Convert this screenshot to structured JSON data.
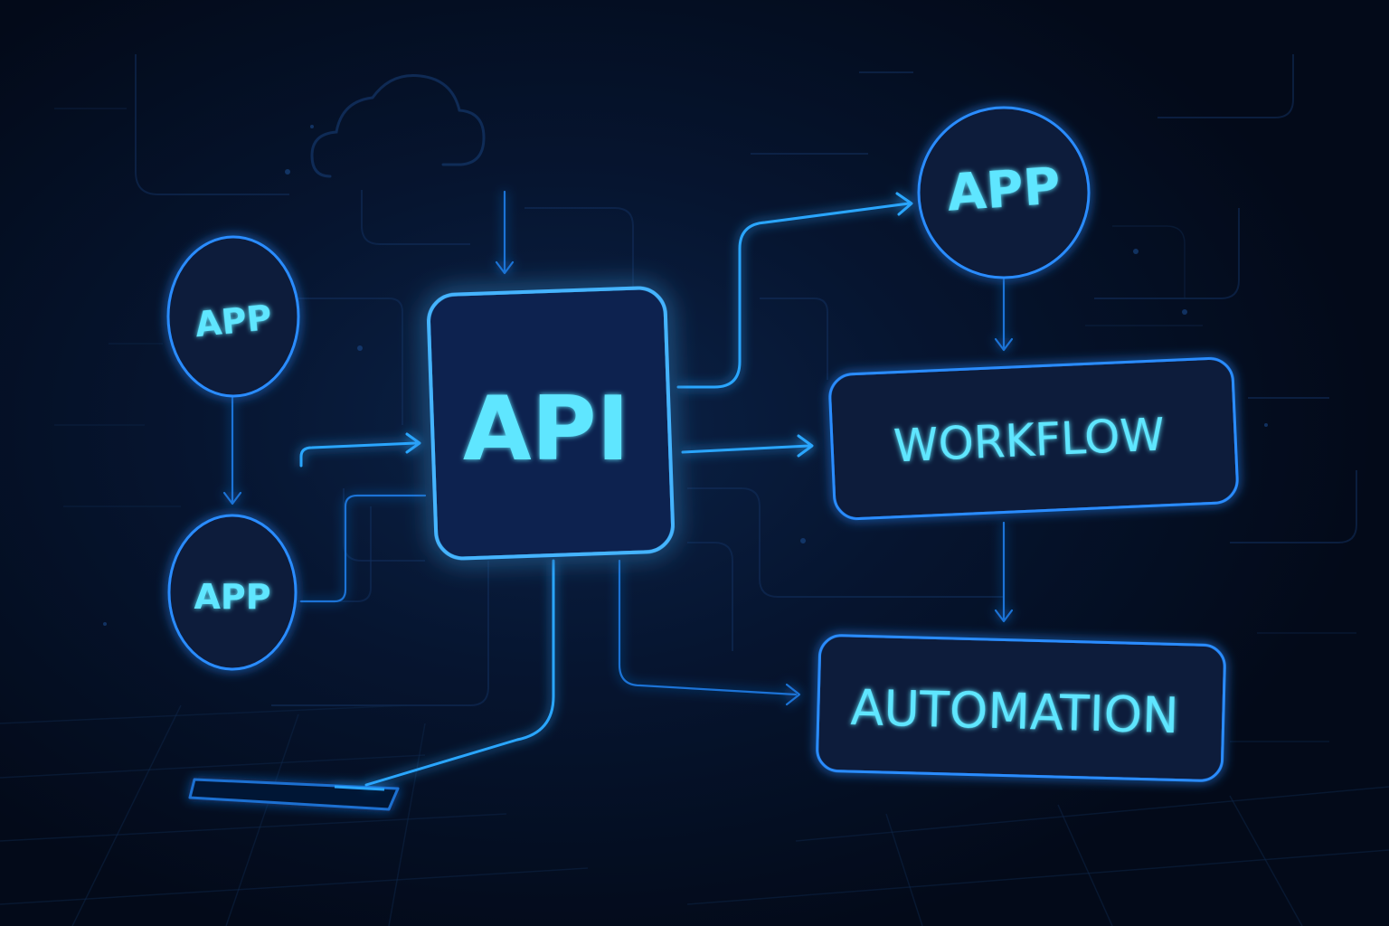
{
  "nodes": {
    "api": {
      "label": "API"
    },
    "app_top_left": {
      "label": "APP"
    },
    "app_bottom_left": {
      "label": "APP"
    },
    "app_top_right": {
      "label": "APP"
    },
    "workflow": {
      "label": "WORKFLOW"
    },
    "automation": {
      "label": "AUTOMATION"
    }
  },
  "colors": {
    "background": "#030a19",
    "accent": "#2aa6ff",
    "text": "#5fe6ff"
  },
  "icons": [
    "cloud-icon",
    "device-icon"
  ]
}
